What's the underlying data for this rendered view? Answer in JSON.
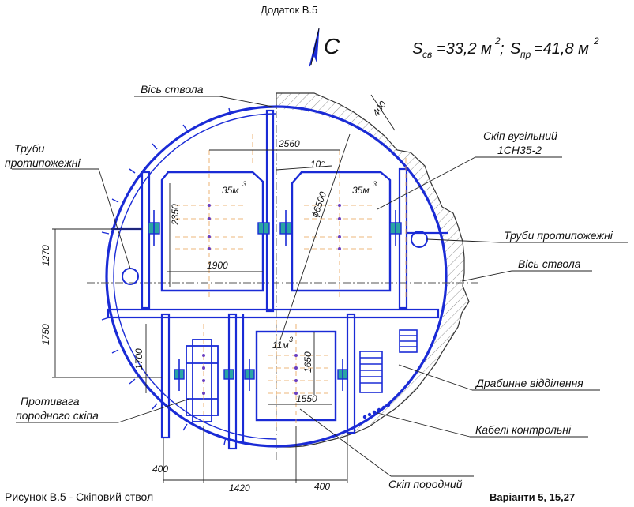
{
  "header": {
    "appendix": "Додаток В.5"
  },
  "north": {
    "letter": "С"
  },
  "areas": {
    "s_sv": "S",
    "s_sv_sub": "св",
    "s_sv_value": "=33,2 м",
    "s_sv_pow": "2",
    "sep": ";",
    "s_pr": "S",
    "s_pr_sub": "пр",
    "s_pr_value": "=41,8 м",
    "s_pr_pow": "2"
  },
  "labels": {
    "shaft_axis_top": "Вісь ствола",
    "fire_pipes_left_1": "Труби",
    "fire_pipes_left_2": "протипожежні",
    "skip_coal_1": "Скіп вугільний",
    "skip_coal_2": "1СН35-2",
    "fire_pipes_right": "Труби протипожежні",
    "shaft_axis_right": "Вісь ствола",
    "ladder": "Драбинне відділення",
    "counterweight_1": "Противага",
    "counterweight_2": "породного скіпа",
    "cables": "Кабелі контрольні",
    "skip_rock": "Скіп породний"
  },
  "dims": {
    "d400_top": "400",
    "d2560": "2560",
    "d10deg": "10°",
    "diam": "ϕ6500",
    "vol_left": "35м",
    "vol_left_pow": "3",
    "vol_right": "35м",
    "vol_right_pow": "3",
    "d2350": "2350",
    "d1900": "1900",
    "d1270": "1270",
    "d1750": "1750",
    "d1700": "1700",
    "vol_small": "11м",
    "vol_small_pow": "3",
    "d1650": "1650",
    "d1550": "1550",
    "d400_bl": "400",
    "d1420": "1420",
    "d400_br": "400"
  },
  "footer": {
    "caption": "Рисунок В.5 - Скіповий ствол",
    "variants": "Варіанти 5, 15,27"
  },
  "colors": {
    "structure": "#1a2bd6",
    "dim_line": "#222222",
    "guide": "#e8a050"
  }
}
